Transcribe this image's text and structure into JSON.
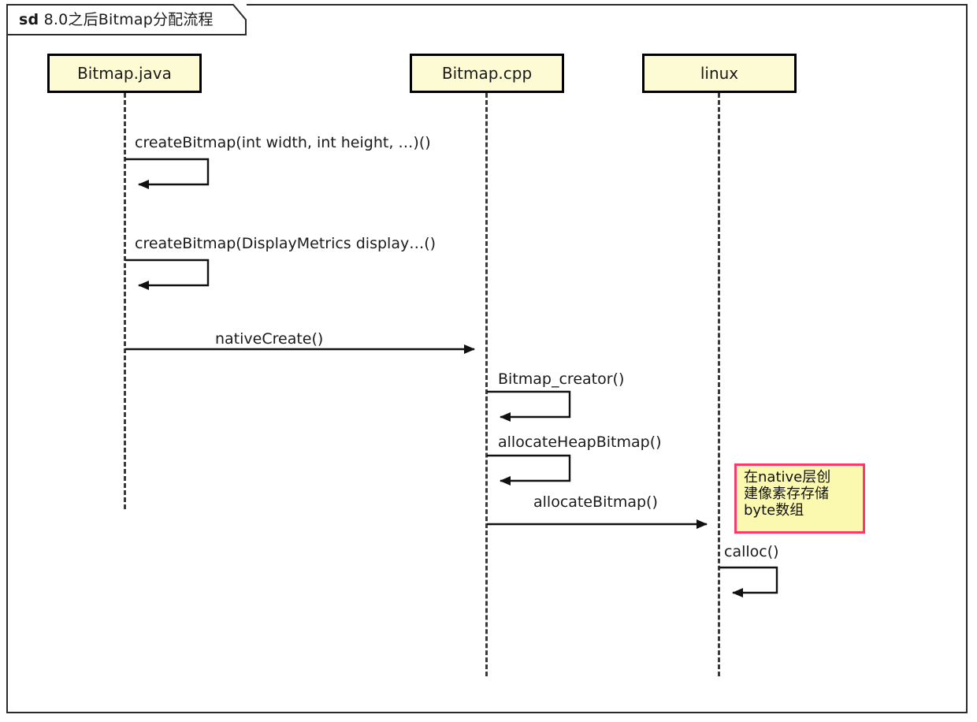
{
  "frame": {
    "title_keyword": "sd",
    "title_text": "8.0之后Bitmap分配流程"
  },
  "lifelines": [
    {
      "name": "Bitmap.java",
      "label": "Bitmap.java"
    },
    {
      "name": "Bitmap.cpp",
      "label": "Bitmap.cpp"
    },
    {
      "name": "linux",
      "label": "linux"
    }
  ],
  "messages": [
    {
      "label": "createBitmap(int width, int height, …)()",
      "kind": "self",
      "from": "Bitmap.java",
      "to": "Bitmap.java"
    },
    {
      "label": "createBitmap(DisplayMetrics display…()",
      "kind": "self",
      "from": "Bitmap.java",
      "to": "Bitmap.java"
    },
    {
      "label": "nativeCreate()",
      "kind": "call",
      "from": "Bitmap.java",
      "to": "Bitmap.cpp"
    },
    {
      "label": "Bitmap_creator()",
      "kind": "self",
      "from": "Bitmap.cpp",
      "to": "Bitmap.cpp"
    },
    {
      "label": "allocateHeapBitmap()",
      "kind": "self",
      "from": "Bitmap.cpp",
      "to": "Bitmap.cpp"
    },
    {
      "label": "allocateBitmap()",
      "kind": "call",
      "from": "Bitmap.cpp",
      "to": "linux"
    },
    {
      "label": "calloc()",
      "kind": "self",
      "from": "linux",
      "to": "linux"
    }
  ],
  "note": {
    "text": "在native层创\n建像素存存储\nbyte数组",
    "border_color": "#fb3a6b",
    "fill_color": "#fbf9b0"
  },
  "colors": {
    "lifeline_fill": "#fdfbd4",
    "lifeline_border": "#000000",
    "frame_border": "#2b2b2b",
    "line": "#1a1a1a"
  }
}
